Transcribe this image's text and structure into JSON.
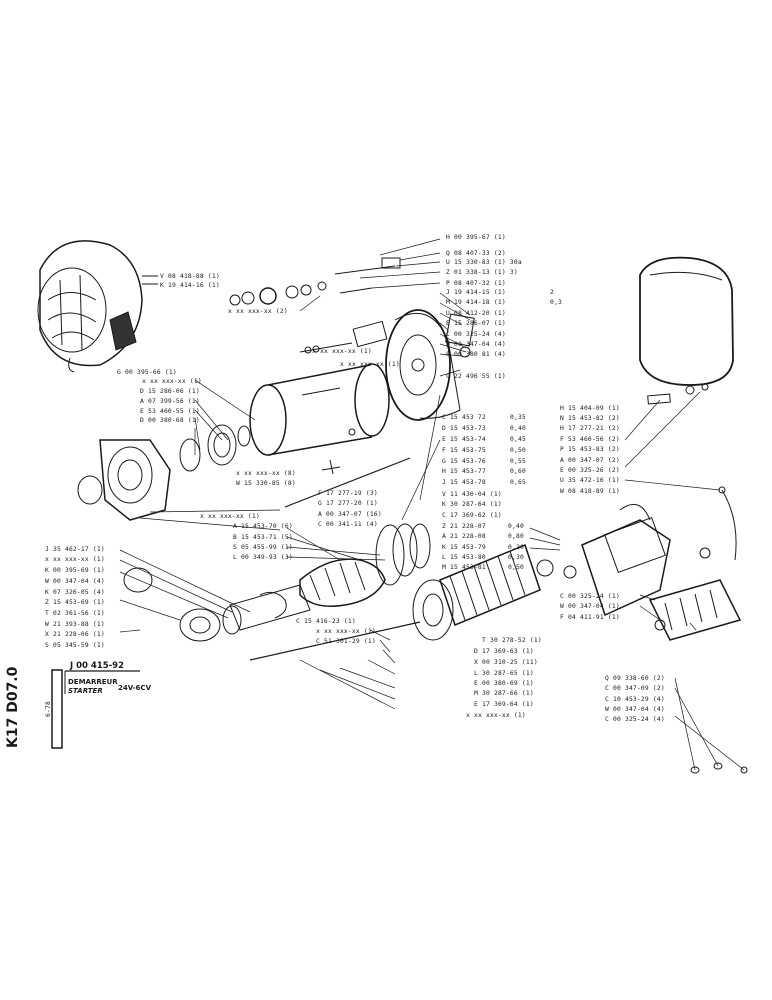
{
  "sheet_code": "K17 D07.0",
  "date_code": "6-78",
  "part_ref": "J 00 415-92",
  "title_fr": "DEMARREUR",
  "title_en": "STARTER",
  "voltage": "24V-6CV",
  "labels": {
    "t1": "H 00 395-67 (1)",
    "t2": "Q 08 407-33 (2)",
    "t3": "U 15 330-83 (1) 30a",
    "t4": "Z 01 338-13 (1) 3)",
    "t5": "P 08 407-32 (1)",
    "t6": "J 19 414-15 (1)",
    "t6b": "2",
    "t7": "M 19 414-18 (1)",
    "t7b": "0,3",
    "t8": "U 08 412-20 (1)",
    "t9": "E 15 286-07 (1)",
    "t10": "C 00 325-24 (4)",
    "t11": "W 00 347-04 (4)",
    "t12": "S 00 380 81 (4)",
    "t13": "C 22 496 55 (1)",
    "u1": "V 08 418-88 (1)",
    "u2": "K 19 414-16 (1)",
    "u3": "x xx xxx-xx (2)",
    "u4": "x xx xxx-xx (1)",
    "u5": "x xx xxx-xx (1)",
    "l1": "G 00 395-66 (1)",
    "l2": "x xx xxx-xx (1)",
    "l3": "D 15 286-06 (1)",
    "l4": "A 07 399-56 (1)",
    "l5": "E 53 460-55 (1)",
    "l6": "D 00 380-68 (1)",
    "l7": "x xx xxx-xx (8)",
    "l8": "W 15 330-85 (8)",
    "s1": "C 15 453 72",
    "s1v": "0,35",
    "s2": "D 15 453-73",
    "s2v": "0,40",
    "s3": "E 15 453-74",
    "s3v": "0,45",
    "s4": "F 15 453-75",
    "s4v": "0,50",
    "s5": "G 15 453-76",
    "s5v": "0,55",
    "s6": "H 15 453-77",
    "s6v": "0,60",
    "s7": "J 15 453-78",
    "s7v": "0,65",
    "m1": "F 17 277-19 (3)",
    "m2": "G 17 277-20 (1)",
    "m3": "A 00 347-07 (16)",
    "m4": "C 00 341-11 (4)",
    "m5": "x xx xxx-xx (1)",
    "m6": "A 15 453-70 (6)",
    "m7": "B 15 453-71 (5)",
    "m8": "S 05 455-99 (1)",
    "m9": "L 00 349-93 (3)",
    "r1": "V 11 430-04 (1)",
    "r2": "K 30 287-64 (1)",
    "r3": "C 17 369-62 (1)",
    "r4": "Z 21 228-07",
    "r4v": "0,40",
    "r5": "A 21 228-08",
    "r5v": "0,80",
    "r6": "K 15 453-79",
    "r6v": "0,20",
    "r7": "L 15 453-80",
    "r7v": "0,30",
    "r8": "M 15 453-81",
    "r8v": "0,50",
    "g1": "H 15 404-09 (1)",
    "g2": "N 15 453-82 (2)",
    "g3": "H 17 277-21 (2)",
    "g4": "F 53 460-56 (2)",
    "g5": "P 15 453-83 (2)",
    "g6": "A 00 347-07 (2)",
    "g7": "E 00 325-26 (2)",
    "g8": "U 35 472-16 (1)",
    "g9": "W 08 418-89 (1)",
    "f1": "C 00 325-24 (1)",
    "f2": "W 00 347-04 (1)",
    "f3": "F 04 411-91 (1)",
    "k1": "Q 09 338-60 (2)",
    "k2": "C 00 347-09 (2)",
    "k3": "C 10 453-29 (4)",
    "k4": "W 00 347-04 (4)",
    "k5": "C 00 325-24 (4)",
    "b1": "J 35 462-17 (1)",
    "b2": "x xx xxx-xx (1)",
    "b3": "K 00 395-69 (1)",
    "b4": "W 00 347-04 (4)",
    "b5": "K 07 326-05 (4)",
    "b6": "Z 15 453-69 (1)",
    "b7": "T 02 361-56 (1)",
    "b8": "W 21 393-88 (1)",
    "b9": "X 21 228-06 (1)",
    "b10": "S 05 345-59 (1)",
    "c1": "C 15 416-23 (1)",
    "c2": "x xx xxx-xx (1)",
    "c3": "C 51 301-29 (1)",
    "c4": "T 30 278-52 (1)",
    "c5": "D 17 369-63 (1)",
    "c6": "X 00 310-25 (11)",
    "c7": "L 30 287-65 (1)",
    "c8": "E 00 380-69 (1)",
    "c9": "M 30 287-66 (1)",
    "c10": "E 17 369-64 (1)",
    "c11": "x xx xxx-xx (1)"
  }
}
